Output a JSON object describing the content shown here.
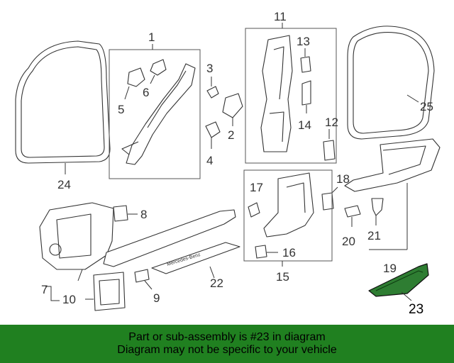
{
  "callouts": {
    "c1": "1",
    "c2": "2",
    "c3": "3",
    "c4": "4",
    "c5": "5",
    "c6": "6",
    "c7": "7",
    "c8": "8",
    "c9": "9",
    "c10": "10",
    "c11": "11",
    "c12": "12",
    "c13": "13",
    "c14": "14",
    "c15": "15",
    "c16": "16",
    "c17": "17",
    "c18": "18",
    "c19": "19",
    "c20": "20",
    "c21": "21",
    "c22": "22",
    "c23": "23",
    "c24": "24",
    "c25": "25"
  },
  "sill_emblem_text": "Mercedes-Benz",
  "highlight_color": "#2e7d32",
  "banner": {
    "line1": "Part or sub-assembly is #23 in diagram",
    "line2": "Diagram may not be specific to your vehicle",
    "background": "#208020"
  }
}
